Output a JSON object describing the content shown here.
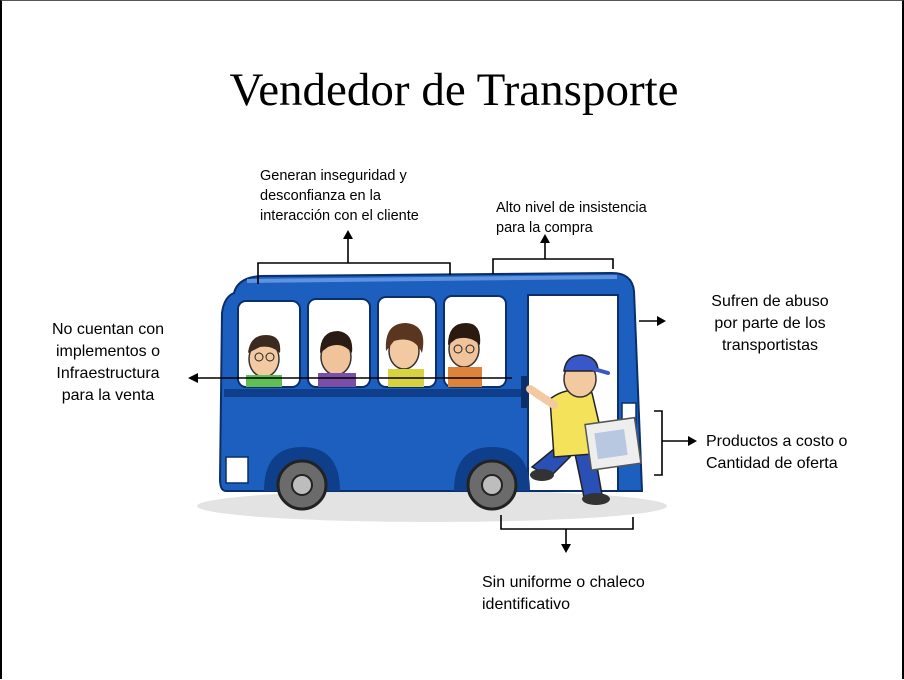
{
  "slide": {
    "title": "Vendedor de Transporte"
  },
  "annotations": {
    "top_left": "Generan inseguridad y\n desconfianza en la\ninteracción con el cliente",
    "top_right": "Alto nivel de insistencia\npara la compra",
    "right_upper": "Sufren de abuso\npor parte de los\ntransportistas",
    "left": "No cuentan con\nimplementos o\nInfraestructura\npara la venta",
    "right_lower": "Productos a costo o\nCantidad de oferta",
    "bottom": "Sin uniforme o chaleco\nidentificativo"
  },
  "colors": {
    "bus_body": "#1c5fbf",
    "bus_dark": "#0f3f8a",
    "window": "#ffffff",
    "vendor_shirt": "#f3e25a",
    "vendor_pants": "#2a4fb5",
    "vendor_cap": "#3a57c9"
  }
}
